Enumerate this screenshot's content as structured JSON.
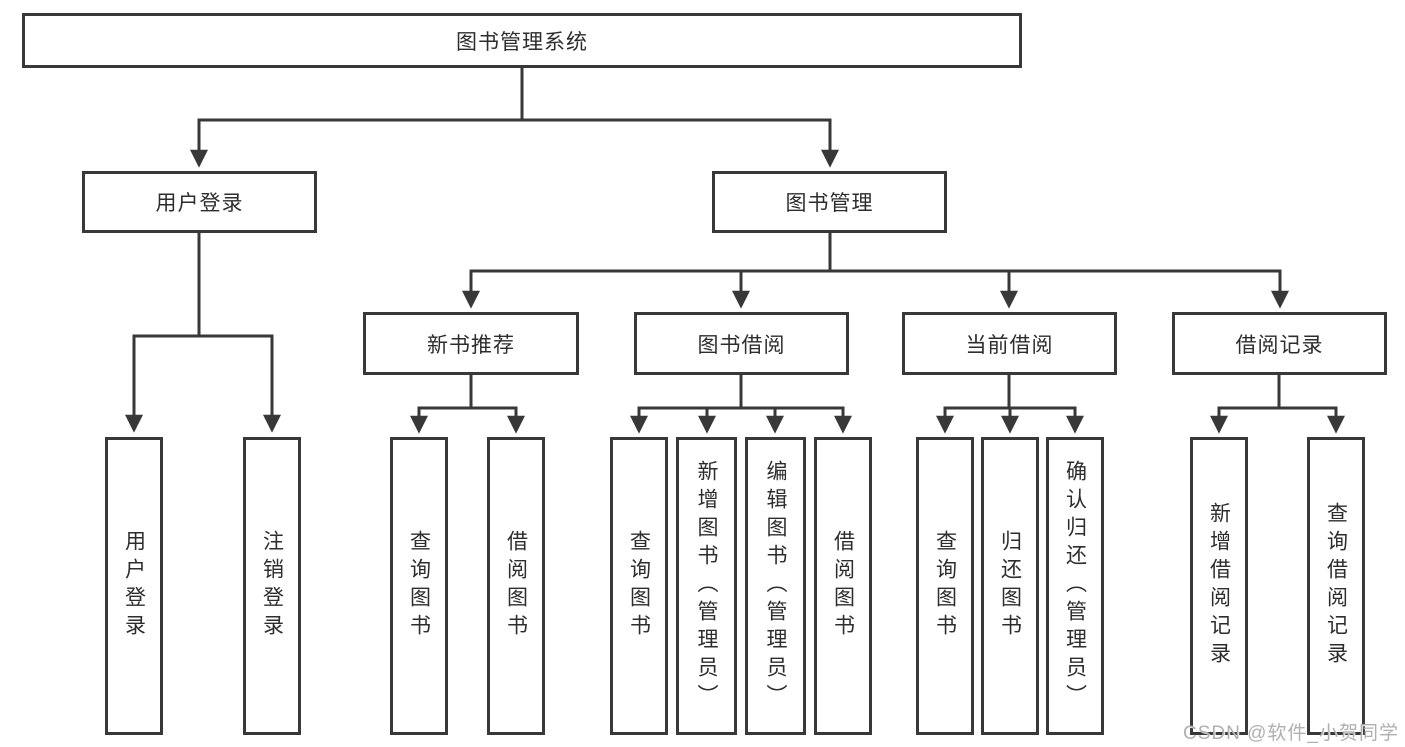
{
  "nodes": {
    "root": {
      "label": "图书管理系统"
    },
    "level2": {
      "user_login": {
        "label": "用户登录"
      },
      "book_manage": {
        "label": "图书管理"
      }
    },
    "level3": {
      "new_book_rec": {
        "label": "新书推荐"
      },
      "book_borrow": {
        "label": "图书借阅"
      },
      "current_borrow": {
        "label": "当前借阅"
      },
      "borrow_record": {
        "label": "借阅记录"
      }
    },
    "leaves": {
      "user_login": {
        "label": "用户登录"
      },
      "logout_login": {
        "label": "注销登录"
      },
      "rec_query_books": {
        "label": "查询图书"
      },
      "rec_borrow_books": {
        "label": "借阅图书"
      },
      "bb_query_books": {
        "label": "查询图书"
      },
      "bb_add_books_admin": {
        "label": "新增图书（管理员）"
      },
      "bb_edit_books_admin": {
        "label": "编辑图书（管理员）"
      },
      "bb_borrow_books": {
        "label": "借阅图书"
      },
      "cb_query_books": {
        "label": "查询图书"
      },
      "cb_return_books": {
        "label": "归还图书"
      },
      "cb_confirm_return_admin": {
        "label": "确认归还（管理员）"
      },
      "record_add": {
        "label": "新增借阅记录"
      },
      "record_query": {
        "label": "查询借阅记录"
      }
    }
  },
  "edges": [
    {
      "from": "root",
      "to": "user_login"
    },
    {
      "from": "root",
      "to": "book_manage"
    },
    {
      "from": "user_login",
      "to": "leaf_user_login"
    },
    {
      "from": "user_login",
      "to": "leaf_logout_login"
    },
    {
      "from": "book_manage",
      "to": "new_book_rec"
    },
    {
      "from": "book_manage",
      "to": "book_borrow"
    },
    {
      "from": "book_manage",
      "to": "current_borrow"
    },
    {
      "from": "book_manage",
      "to": "borrow_record"
    },
    {
      "from": "new_book_rec",
      "to": "leaf_rec_query_books"
    },
    {
      "from": "new_book_rec",
      "to": "leaf_rec_borrow_books"
    },
    {
      "from": "book_borrow",
      "to": "leaf_bb_query_books"
    },
    {
      "from": "book_borrow",
      "to": "leaf_bb_add_books_admin"
    },
    {
      "from": "book_borrow",
      "to": "leaf_bb_edit_books_admin"
    },
    {
      "from": "book_borrow",
      "to": "leaf_bb_borrow_books"
    },
    {
      "from": "current_borrow",
      "to": "leaf_cb_query_books"
    },
    {
      "from": "current_borrow",
      "to": "leaf_cb_return_books"
    },
    {
      "from": "current_borrow",
      "to": "leaf_cb_confirm_return_admin"
    },
    {
      "from": "borrow_record",
      "to": "leaf_record_add"
    },
    {
      "from": "borrow_record",
      "to": "leaf_record_query"
    }
  ],
  "colors": {
    "line": "#383838",
    "box_border": "#383838",
    "text": "#2d2d2d",
    "background": "#ffffff",
    "watermark": "#b0b0b0"
  },
  "watermark": {
    "text": "CSDN @软件_小贺同学"
  }
}
